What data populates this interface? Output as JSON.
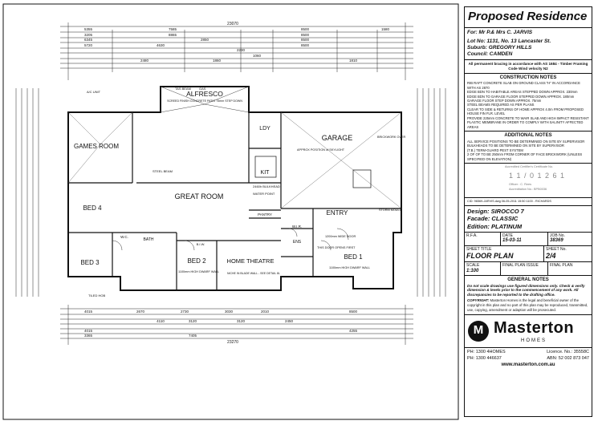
{
  "plan": {
    "rooms": {
      "alfresco": "ALFRESCO",
      "alfresco_note": "SCREED FINISH CONCRETE PATIO 75mm STEP DOWN",
      "tas_beam": "TAS BEAM",
      "gas": "GAS",
      "games": "GAMES ROOM",
      "garage": "GARAGE",
      "great_room": "GREAT ROOM",
      "bed4": "BED 4",
      "bed3": "BED 3",
      "bed2": "BED 2",
      "bed1": "BED 1",
      "home_theatre": "HOME THEATRE",
      "entry": "ENTRY",
      "kit": "KIT",
      "ldy": "LDY",
      "pantry": "PANTRY",
      "wir": "W.I.R.",
      "ens": "ENS",
      "wc": "W.C.",
      "bath": "BATH",
      "biw": "B.I.W.",
      "steel_beam": "STEEL BEAM",
      "bulkhead": "2460h BULKHEAD",
      "water_point": "WATER POINT",
      "skylight": "APPROX POSITION of SKYLIGHT",
      "dwarf_wall": "1100mm HIGH DWARF WALL",
      "wide_door": "1200mm WIDE DOOR",
      "opens_first": "THIS DOOR OPENS FIRST",
      "niche": "NICHE IN BLADE WALL - SEE DETAIL 8L",
      "tiled_hob": "TILED HOB",
      "ac_unit": "A/C UNIT",
      "storm_mould": "STORM MOULD",
      "brickwork": "BRICKWORK OVER"
    },
    "dims_top": [
      "23070",
      "5355",
      "7585",
      "8500",
      "1580",
      "3205",
      "8865",
      "8500",
      "6345",
      "2850",
      "8500",
      "5720",
      "4630",
      "8500",
      "2230",
      "1060",
      "2480",
      "1860",
      "1810"
    ],
    "dims_bottom": [
      "23270",
      "4015",
      "2670",
      "2730",
      "3030",
      "2010",
      "8500",
      "4110",
      "3120",
      "3120",
      "2450",
      "4015",
      "7405",
      "4255",
      "3365"
    ]
  },
  "title_block": {
    "title": "Proposed Residence",
    "for": "For: Mr P.& Mrs C. JARVIS",
    "lot": "Lot No: 1131, No. 13 Lancaster St.",
    "suburb": "Suburb: GREGORY HILLS",
    "council": "Council: CAMDEN",
    "bracing": "All permanent bracing in accordance with AS 1684 - Timber Framing Code Wind velocity N2",
    "construction_head": "CONSTRUCTION NOTES",
    "construction_notes": [
      "RIB RAFT CONCRETE SLAB ON GROUND CLASS \"H\" IN ACCORDANCE WITH AS 2870",
      "EDGE BDN TO HABITABLE AREAS STEPPED DOWN APPROX. 230mm",
      "EDGE BDN TO GARAGE FLOOR STEPPED DOWN APPROX. 180mm",
      "GARAGE FLOOR STEP DOWN APPROX. 75mm",
      "STEEL BEAMS REQUIRED AS PER PLANS",
      "CLEAR TO SIDE & RETURNS OF HOME APPROX 4.0m FROM PROPOSED HOUSE FIN FLR. LEVEL",
      "PROVIDE 225mm CONCRETE TO WAIR SLAB AND HIGH IMPACT RESISTANT PLASTIC MEMBRANE IN ORDER TO COMPLY WITH SALINITY AFFECTED AREAS"
    ],
    "additional_head": "ADDITIONAL NOTES",
    "additional_notes": [
      "ALL SERVICE POSITIONS TO BE DETERMINED ON SITE BY SUPERVISOR",
      "BULKHEADS TO BE DETERMINED ON SITE BY SUPERVISOR",
      "(T.B.) TERM-GUARD PEST SYSTEM",
      "2 OF OF TO BE 250mm FROM CORNER OF FACE BRICKWORK (UNLESS SPECIFIED ON ELEVATION)"
    ],
    "stamp_cert": "1 1 / 0 1 2 6 1",
    "stamp_lines": [
      "Accredited Certifier's Certificate No.",
      "Officer : C. Rees",
      "Accreditation No.: BPB0036"
    ],
    "cid_line": "CID: 96569-JARVIS.dwg 06-05-2011 15:50 1100 - RICHARDS",
    "design": "Design: SIROCCO 7",
    "facade": "Facade: CLASSIC",
    "edition": "Edition: PLATINUM",
    "rfa_label": "R.F.A.",
    "date_label": "DATE",
    "date": "15-03-11",
    "job_label": "JOB No.",
    "job_no": "38369",
    "sheet_label": "SHEET TITLE",
    "sheet_title": "FLOOR PLAN",
    "sheet_no_label": "SHEET No.",
    "sheet_no": "2/4",
    "scale_label": "SCALE",
    "scale": "1:100",
    "final_plan": "FINAL PLAN ISSUE",
    "final_plan2": "FINAL PLAN",
    "general_head": "GENERAL NOTES",
    "general_notes": "Do not scale drawings use figured dimensions only. Check & verify dimension & levels prior to the commencement of any work. All discrepancies to be reported to the drafting office.",
    "copyright_head": "COPYRIGHT:",
    "copyright": "Masterton Homes is the legal and beneficial owner of the copyright in this plan and no part of this plan may be reproduced, transmitted, use, copying, amendment or adaption will be prosecuted.",
    "brand": "Masterton",
    "brand_sub": "HOMES",
    "ph1": "PH: 1300 4HOMES",
    "licence": "Licence. No.: 35558C",
    "ph2": "PH: 1300 446637",
    "abn": "ABN: 52 002 873 047",
    "web": "www.masterton.com.au"
  }
}
